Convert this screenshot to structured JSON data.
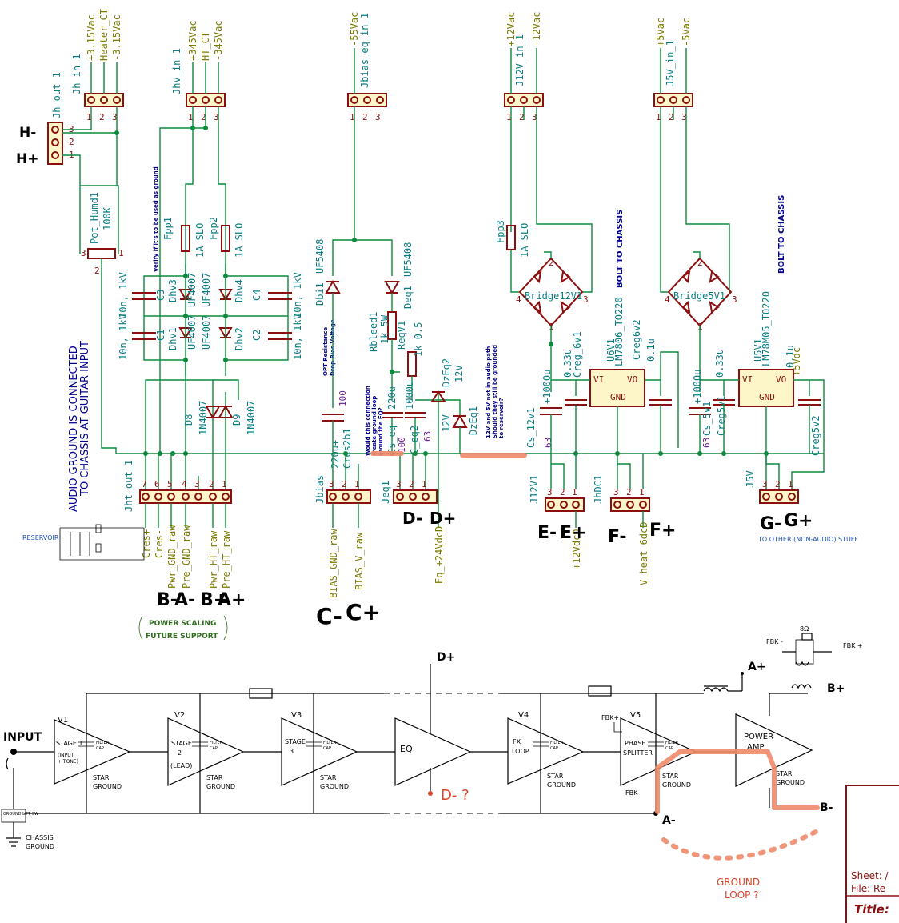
{
  "schematic": {
    "inputs": {
      "jh_in": {
        "ref": "Jh_in_1",
        "nets": [
          "+3.15Vac",
          "Heater_CT",
          "-3.15Vac"
        ]
      },
      "jhv_in": {
        "ref": "Jhv_in_1",
        "nets": [
          "+345Vac",
          "HT_CT",
          "-345Vac"
        ]
      },
      "jbias_eq_in": {
        "ref": "Jbias_eq_in_1",
        "nets": [
          "-55Vac"
        ]
      },
      "j12v_in": {
        "ref": "J12V_in_1",
        "nets": [
          "+12Vac",
          "-12Vac"
        ]
      },
      "j5v_in": {
        "ref": "J5V_in_1",
        "nets": [
          "+5Vac",
          "-5Vac"
        ]
      }
    },
    "heater_out": {
      "ref": "Jh_out_1",
      "pins": [
        "3",
        "2",
        "1"
      ],
      "hand_labels": [
        "H-",
        "H+"
      ]
    },
    "pot": {
      "ref": "Pot_Humd1",
      "value": "100K"
    },
    "fuses": [
      {
        "ref": "Fpp1",
        "value": "1A SLO"
      },
      {
        "ref": "Fpp2",
        "value": "1A SLO"
      },
      {
        "ref": "Fpp3",
        "value": "1A SLO"
      }
    ],
    "diodes_hv": [
      "Dhv3",
      "Dhv4",
      "Dhv1",
      "Dhv2"
    ],
    "diode_values": [
      "UF4007",
      "UF4007",
      "UF4007",
      "UF4007"
    ],
    "caps_hv": [
      {
        "ref": "C3",
        "value": "10n, 1kV"
      },
      {
        "ref": "C4",
        "value": "10n, 1kV"
      },
      {
        "ref": "C1",
        "value": "10n, 1kV"
      },
      {
        "ref": "C2",
        "value": "10n, 1kV"
      }
    ],
    "verify_note": "Verify if it's to be used as ground",
    "d8": {
      "ref": "D8",
      "value": "1N4007"
    },
    "d9": {
      "ref": "D9",
      "value": "1N4007"
    },
    "jht_out": {
      "ref": "Jht_out_1",
      "pins": [
        "7",
        "6",
        "5",
        "4",
        "3",
        "2",
        "1"
      ],
      "nets": [
        "Cres+",
        "Cres-",
        "Pwr_GND_raw",
        "Pre_GND_raw",
        "Pwr_HT_raw",
        "Pre_HT_raw"
      ],
      "hand_labels": [
        "B-",
        "A-",
        "B+",
        "A+"
      ]
    },
    "audio_ground_note": [
      "AUDIO GROUND IS CONNECTED",
      "TO CHASSIS AT GUITAR INPUT"
    ],
    "reservoir": "RESERVOIR",
    "power_scaling": [
      "POWER SCALING",
      "FUTURE SUPPORT"
    ],
    "bias": {
      "dbi1": {
        "ref": "Dbi1",
        "value": "UF5408"
      },
      "deq1": {
        "ref": "Deq1",
        "value": "UF5408"
      },
      "opt_note": [
        "OPT Resistance",
        "Drop Bias Voltage"
      ],
      "cres2b1": {
        "ref": "Cres2b1",
        "value": "220u+",
        "v": "100"
      },
      "jbias": {
        "ref": "Jbias",
        "pins": [
          "3",
          "2",
          "1"
        ],
        "nets": [
          "BIAS_GND_raw",
          "BIAS_V_raw"
        ],
        "hand_labels": [
          "C-",
          "C+"
        ]
      },
      "ground_loop_note": [
        "Would this connection",
        "create ground loop",
        "around the EQ?"
      ],
      "rbleed1": {
        "ref": "Rbleed1",
        "value": "1k 5W"
      },
      "reqv1": {
        "ref": "ReqV1",
        "value": "1k 0.5"
      },
      "cs_eq": {
        "ref": "Cs_eq",
        "value": "220u",
        "v": "100"
      },
      "c_eq2": {
        "ref": "C_eq2",
        "value": "1000u",
        "v": "63"
      },
      "dzeq2": {
        "ref": "DzEq2",
        "value": "12V"
      },
      "dzeq1": {
        "ref": "DzEq1",
        "value": "12V"
      },
      "jeq1": {
        "ref": "Jeq1",
        "pins": [
          "3",
          "2",
          "1"
        ],
        "net": "Eq_+24VdcD",
        "hand_labels": [
          "D-",
          "D+"
        ]
      }
    },
    "note_12v5v": [
      "12V and 5V not in audio path",
      "Should they still be grounded",
      "to reservoir?"
    ],
    "reg12": {
      "bridge": "Bridge12V1",
      "cs": {
        "ref": "Cs_12v1",
        "value": "+1000u",
        "v": "63"
      },
      "creg1": {
        "ref": "Creg_6v1",
        "value": "0.33u"
      },
      "u": {
        "ref": "U6V1",
        "value": "LM7806_TO220"
      },
      "creg2": {
        "ref": "Creg6v2",
        "value": "0.1u"
      },
      "bolt": "BOLT TO CHASSIS",
      "pins": [
        "VI",
        "GND",
        "VO"
      ],
      "j12v1": {
        "ref": "J12V1",
        "pins": [
          "3",
          "2",
          "1"
        ],
        "net": "+12VdcD",
        "hand_labels": [
          "E-",
          "E+"
        ]
      },
      "jhdc1": {
        "ref": "JhDC1",
        "pins": [
          "3",
          "2",
          "1"
        ],
        "net": "V_heat_6dcD",
        "hand_labels": [
          "F-",
          "F+"
        ]
      }
    },
    "reg5": {
      "bridge": "Bridge5V1",
      "cs": {
        "ref": "Cs_5v1",
        "value": "+1000u",
        "v": "63"
      },
      "creg1": {
        "ref": "Creg5v1",
        "value": "0.33u"
      },
      "u": {
        "ref": "U5V1",
        "value": "LM78M05_TO220"
      },
      "creg2": {
        "ref": "Creg5v2",
        "value": "0.1u"
      },
      "out": "+5Vdc",
      "bolt": "BOLT TO CHASSIS",
      "pins": [
        "VI",
        "GND",
        "VO"
      ],
      "j5v": {
        "ref": "J5V",
        "pins": [
          "3",
          "2",
          "1"
        ],
        "hand_labels": [
          "G-",
          "G+"
        ],
        "note": "TO OTHER (NON-AUDIO) STUFF"
      }
    }
  },
  "block": {
    "input_label": "INPUT",
    "ground_lift": "GROUND LIFT SW",
    "chassis_ground": [
      "CHASSIS",
      "GROUND"
    ],
    "stages": [
      {
        "tube": "V1",
        "name": [
          "STAGE 1",
          "(INPUT",
          "+ TONE)"
        ]
      },
      {
        "tube": "V2",
        "name": [
          "STAGE",
          "2",
          "(LEAD)"
        ]
      },
      {
        "tube": "V3",
        "name": [
          "STAGE",
          "3"
        ]
      },
      {
        "tube": "",
        "name": [
          "EQ"
        ]
      },
      {
        "tube": "V4",
        "name": [
          "FX",
          "LOOP"
        ]
      },
      {
        "tube": "V5",
        "name": [
          "PHASE",
          "SPLITTER"
        ]
      },
      {
        "tube": "",
        "name": [
          "POWER",
          "AMP"
        ]
      }
    ],
    "filter_cap": [
      "FILTER",
      "CAP"
    ],
    "star_ground": [
      "STAR",
      "GROUND"
    ],
    "labels": {
      "d_plus": "D+",
      "d_minus": "D- ?",
      "a_plus": "A+",
      "a_minus": "A-",
      "b_plus": "B+",
      "b_minus": "B-",
      "fbk_plus": "FBK+",
      "fbk_minus": "FBK-",
      "fbk_p_top": "FBK +",
      "fbk_m_top": "FBK -",
      "ohm": "8Ω"
    },
    "ground_loop": [
      "GROUND",
      "LOOP ?"
    ]
  },
  "title_block": {
    "sheet": "Sheet: /",
    "file": "File: Re",
    "title": "Title:"
  }
}
